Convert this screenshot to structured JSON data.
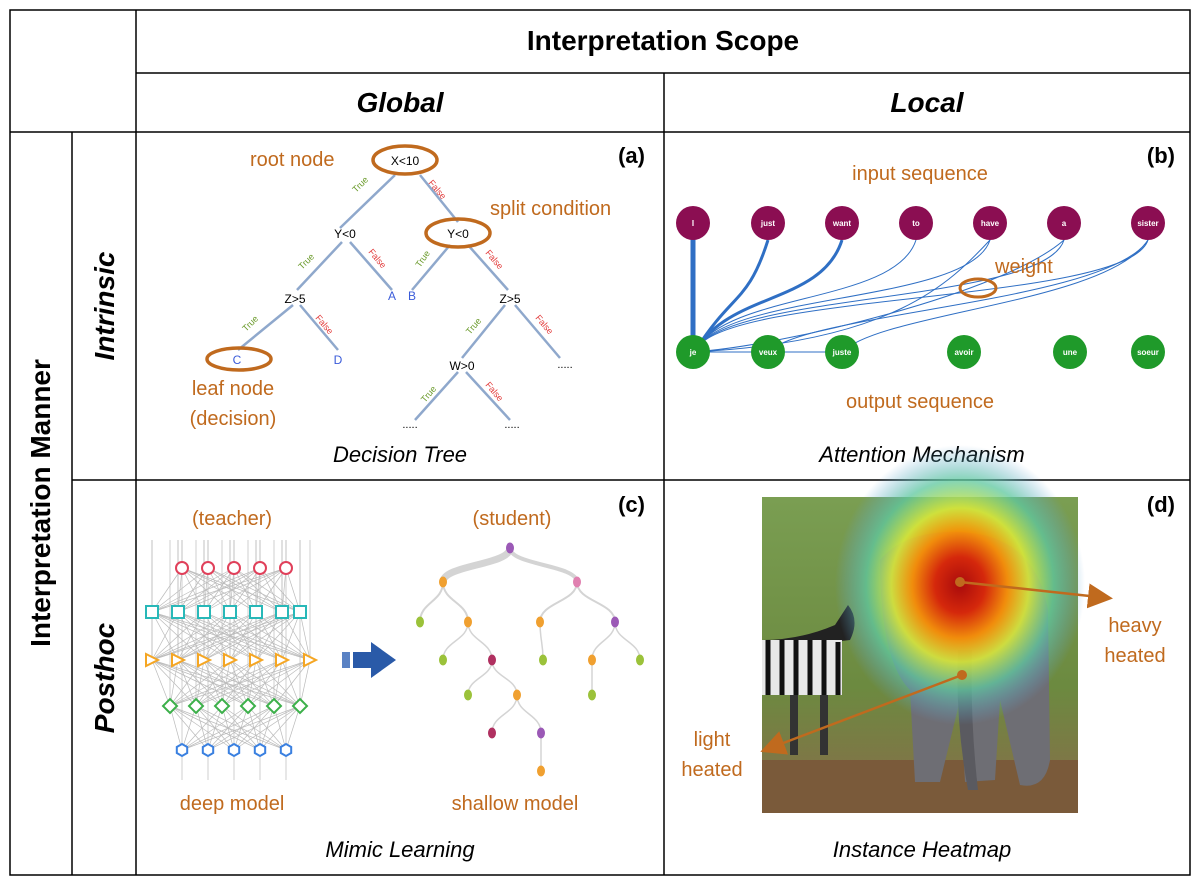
{
  "header": {
    "scope_title": "Interpretation Scope",
    "global": "Global",
    "local": "Local",
    "manner_title": "Interpretation Manner",
    "intrinsic": "Intrinsic",
    "posthoc": "Posthoc"
  },
  "panel_a": {
    "tag": "(a)",
    "caption": "Decision Tree",
    "root_node_label": "root node",
    "split_condition_label": "split condition",
    "leaf_node_label": "leaf node",
    "leaf_node_sub": "(decision)",
    "nodes": {
      "root": "X<10",
      "left": "Y<0",
      "right": "Y<0",
      "z_left": "Z>5",
      "z_right": "Z>5",
      "w": "W>0",
      "ellipsis": "....."
    },
    "leaves": {
      "a": "A",
      "b": "B",
      "c": "C",
      "d": "D"
    },
    "true_label": "True",
    "false_label": "False"
  },
  "panel_b": {
    "tag": "(b)",
    "caption": "Attention Mechanism",
    "input_label": "input sequence",
    "output_label": "output sequence",
    "weight_label": "weight",
    "input_words": [
      "I",
      "just",
      "want",
      "to",
      "have",
      "a",
      "sister"
    ],
    "output_words": [
      "je",
      "veux",
      "juste",
      "avoir",
      "une",
      "soeur"
    ],
    "colors": {
      "input": "#8b0e52",
      "output": "#1f9a2a",
      "edge": "#2f6fc4"
    }
  },
  "panel_c": {
    "tag": "(c)",
    "caption": "Mimic Learning",
    "teacher": "(teacher)",
    "student": "(student)",
    "deep_model": "deep model",
    "shallow_model": "shallow model"
  },
  "panel_d": {
    "tag": "(d)",
    "caption": "Instance Heatmap",
    "heavy_1": "heavy",
    "heavy_2": "heated",
    "light_1": "light",
    "light_2": "heated"
  }
}
